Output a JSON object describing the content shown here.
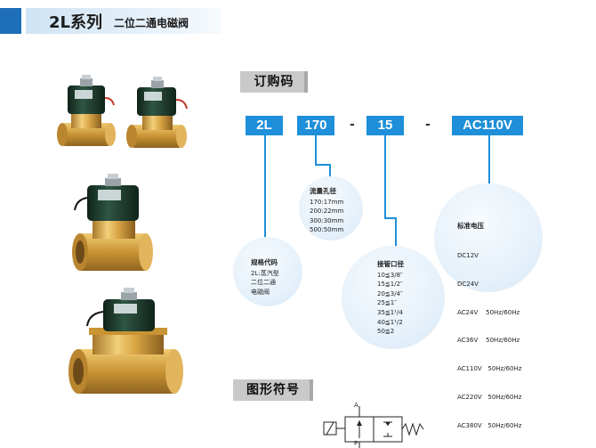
{
  "header": {
    "title": "2L系列",
    "subtitle": "二位二通电磁阀"
  },
  "order_code": {
    "section_label": "订购码",
    "codes": [
      "2L",
      "170",
      "15",
      "AC110V"
    ],
    "separator": "-"
  },
  "bubbles": {
    "model": {
      "title": "规格代码",
      "lines": [
        "2L:蒸汽型",
        "二位二通",
        "电磁阀"
      ]
    },
    "orifice": {
      "title": "流量孔径",
      "lines": [
        "170:17mm",
        "200:22mm",
        "300:30mm",
        "500:50mm"
      ]
    },
    "port": {
      "title": "接管口径",
      "lines": [
        "10≦3/8″",
        "15≦1/2″",
        "20≦3/4″",
        "25≦1″",
        "35≦1¹/4",
        "40≦1¹/2",
        "50≦2"
      ]
    },
    "voltage": {
      "title": "标准电压",
      "lines": [
        "DC12V",
        "DC24V",
        "AC24V    50Hz/60Hz",
        "AC36V    50Hz/60Hz",
        "AC110V   50Hz/60Hz",
        "AC220V   50Hz/60Hz",
        "AC380V   50Hz/60Hz"
      ]
    }
  },
  "symbol": {
    "section_label": "图形符号",
    "port_top": "A",
    "port_bottom": "P"
  },
  "colors": {
    "accent": "#1e8fd8",
    "header_blue": "#1e6fb8",
    "label_gray": "#c9c9c9",
    "brass": "#d9a544",
    "coil": "#1f3d2e"
  }
}
